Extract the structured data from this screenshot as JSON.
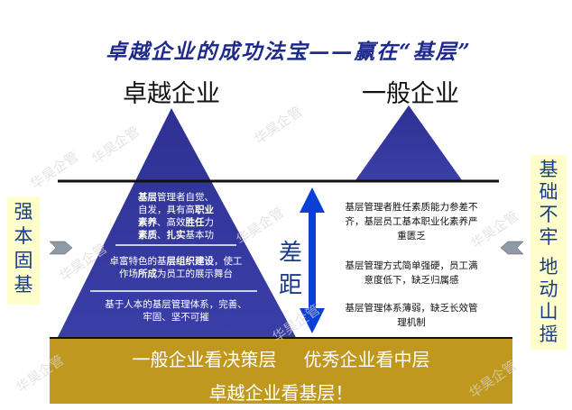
{
  "title": "卓越企业的成功法宝——赢在“基层”",
  "left_heading": "卓越企业",
  "right_heading": "一般企业",
  "left_side": [
    "强",
    "本",
    "固",
    "基"
  ],
  "right_side": [
    "基",
    "础",
    "不",
    "牢",
    "地",
    "动",
    "山",
    "摇"
  ],
  "gap": [
    "差",
    "距"
  ],
  "triangle_text": {
    "t1_l1a": "基层",
    "t1_l1b": "管理者自觉、",
    "t1_l2a": "自发，具有高",
    "t1_l2b": "职业",
    "t1_l3a": "素养",
    "t1_l3b": "、高效",
    "t1_l3c": "胜任",
    "t1_l3d": "力",
    "t1_l4a": "素质",
    "t1_l4b": "、",
    "t1_l4c": "扎实",
    "t1_l4d": "基本功",
    "t2_l1a": "卓富特色的基",
    "t2_l1b": "层组织建设",
    "t2_l1c": "，使工",
    "t2_l2a": "作场",
    "t2_l2b": "所成",
    "t2_l2c": "为员工",
    "t2_l2d": "的展示舞台",
    "t3_l1": "基于人本的基层管理体系，完善、",
    "t3_l2": "牢固、坚不可摧"
  },
  "right_text": {
    "r1_l1": "基层管理者胜任素质能力参差不",
    "r1_l2": "齐，基层员工基本职业化素养严",
    "r1_l3": "重匮乏",
    "r2_l1": "基层管理方式简单强硬，员工满",
    "r2_l2": "意度低下，缺乏归属感",
    "r3_l1": "基层管理体系薄弱，缺乏长效管",
    "r3_l2": "理机制"
  },
  "bottom": {
    "line1a": "一般企业看决策层",
    "line1b": "优秀企业看中层",
    "line2": "卓越企业看基层！"
  },
  "watermark": "华昊企管",
  "colors": {
    "title": "#1e2a8c",
    "pyramid": "#2b2f8f",
    "arrow": "#0b3fd6",
    "bar": "#c0981e",
    "side_box": "#ffffcc"
  }
}
